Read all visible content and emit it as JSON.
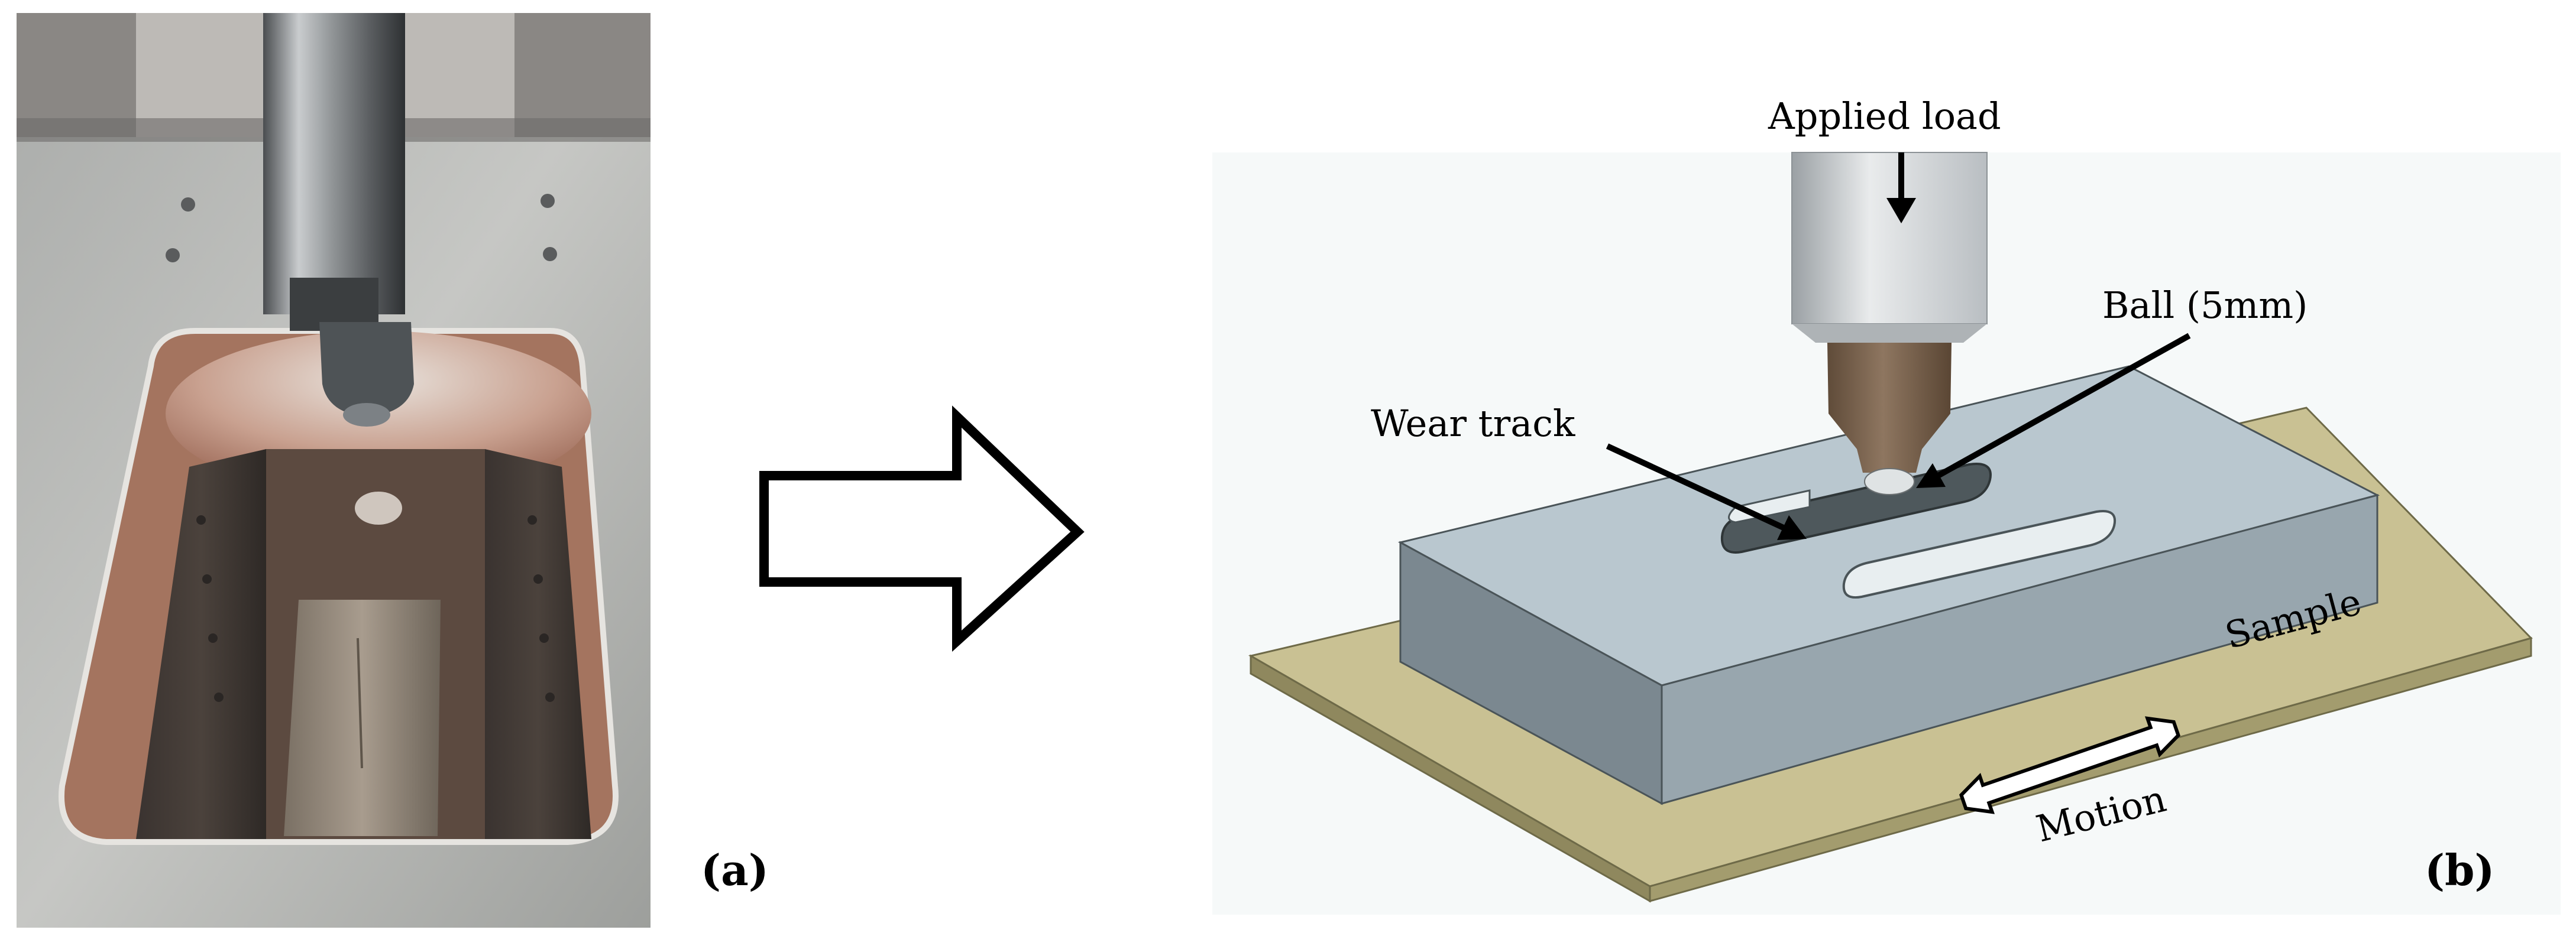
{
  "panels": {
    "a": {
      "label": "(a)"
    },
    "b": {
      "label": "(b)"
    }
  },
  "annotations": {
    "applied_load": "Applied load",
    "ball": "Ball (5mm)",
    "wear_track": "Wear track",
    "sample": "Sample",
    "motion": "Motion"
  },
  "colors": {
    "base_plate": "#c9c193",
    "sample_top": "#b9c7cf",
    "sample_front": "#7b8890",
    "sample_side": "#98a6ae",
    "ball_holder": "#7c6651"
  }
}
